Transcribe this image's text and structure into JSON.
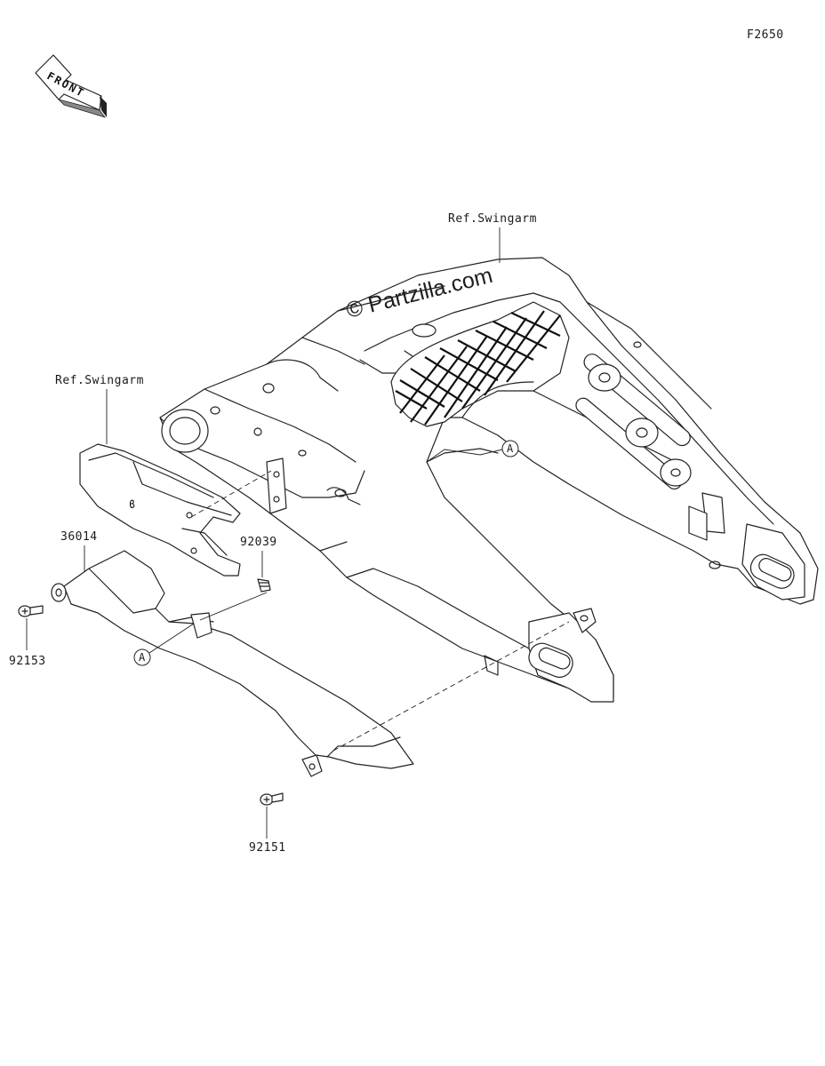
{
  "figure_code": "F2650",
  "front_label": "FRONT",
  "watermark": "© Partzilla.com",
  "refs": {
    "swingarm_top": "Ref.Swingarm",
    "swingarm_left": "Ref.Swingarm"
  },
  "callout_letter": "A",
  "parts": {
    "p36014": "36014",
    "p92039": "92039",
    "p92153": "92153",
    "p92151": "92151"
  }
}
